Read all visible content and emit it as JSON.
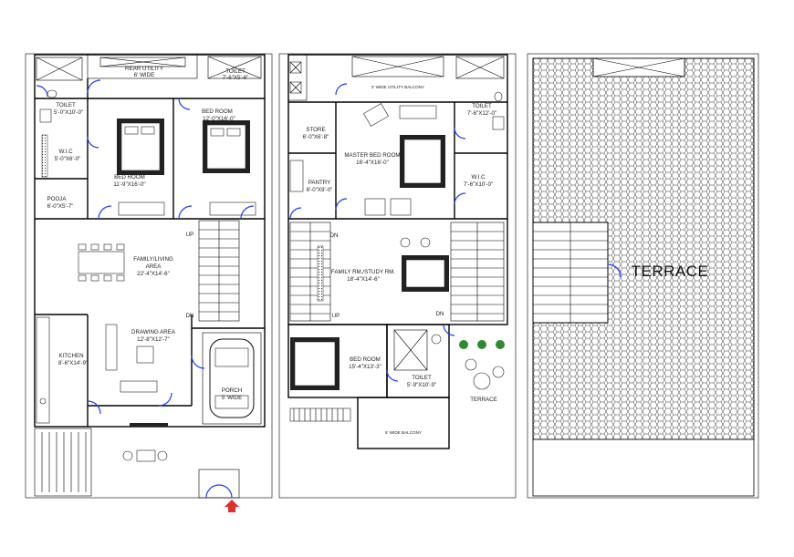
{
  "ground": {
    "rear_utility": "REAR UTILITY",
    "rear_utility_width": "6' WIDE",
    "toilet_rear": "TOILET",
    "toilet_rear_dim": "7'-6\"X5'-6\"",
    "toilet_left": "TOILET",
    "toilet_left_dim": "5'-0\"X10'-0\"",
    "bed_room_right": "BED ROOM",
    "bed_room_right_dim": "12'-0\"X16'-0\"",
    "wic": "W.I.C",
    "wic_dim": "5'-0\"X6'-0\"",
    "bed_room_left": "BED ROOM",
    "bed_room_left_dim": "11'-9\"X16'-0\"",
    "pooja": "POOJA",
    "pooja_dim": "6'-0\"X5'-7\"",
    "up": "UP",
    "dn": "DN",
    "family": "FAMILY/LIVING",
    "family_2": "AREA",
    "family_dim": "22'-4\"X14'-6\"",
    "drawing": "DRAWING AREA",
    "drawing_dim": "12'-8\"X12'-7\"",
    "kitchen": "KITCHEN",
    "kitchen_dim": "8'-6\"X14'-9\"",
    "porch": "PORCH",
    "porch_dim": "5' WIDE"
  },
  "first": {
    "utility_balcony": "3' WIDE UTILITY BALCONY",
    "toilet": "TOILET",
    "toilet_dim": "7'-6\"X12'-0\"",
    "store": "STORE",
    "store_dim": "6'-0\"X6'-8\"",
    "master": "MASTER BED ROOM",
    "master_dim": "16'-4\"X16'-0\"",
    "pantry": "PANTRY",
    "pantry_dim": "6'-0\"X9'-0\"",
    "wic": "W.I.C",
    "wic_dim": "7'-6\"X10'-0\"",
    "dn_top": "DN",
    "family": "FAMILY RM./STUDY RM.",
    "family_dim": "18'-4\"X14'-6\"",
    "up": "UP",
    "dn": "DN",
    "bed_room": "BED ROOM",
    "bed_room_dim": "15'-4\"X13'-3\"",
    "toilet2": "TOILET",
    "toilet2_dim": "5'-9\"X10'-9\"",
    "terrace": "TERRACE",
    "balcony": "5' WIDE BALCONY"
  },
  "roof": {
    "terrace": "TERRACE"
  },
  "colors": {
    "door_arc": "#1a3cff",
    "entry_arrow": "#e03030",
    "wall": "#000000"
  }
}
